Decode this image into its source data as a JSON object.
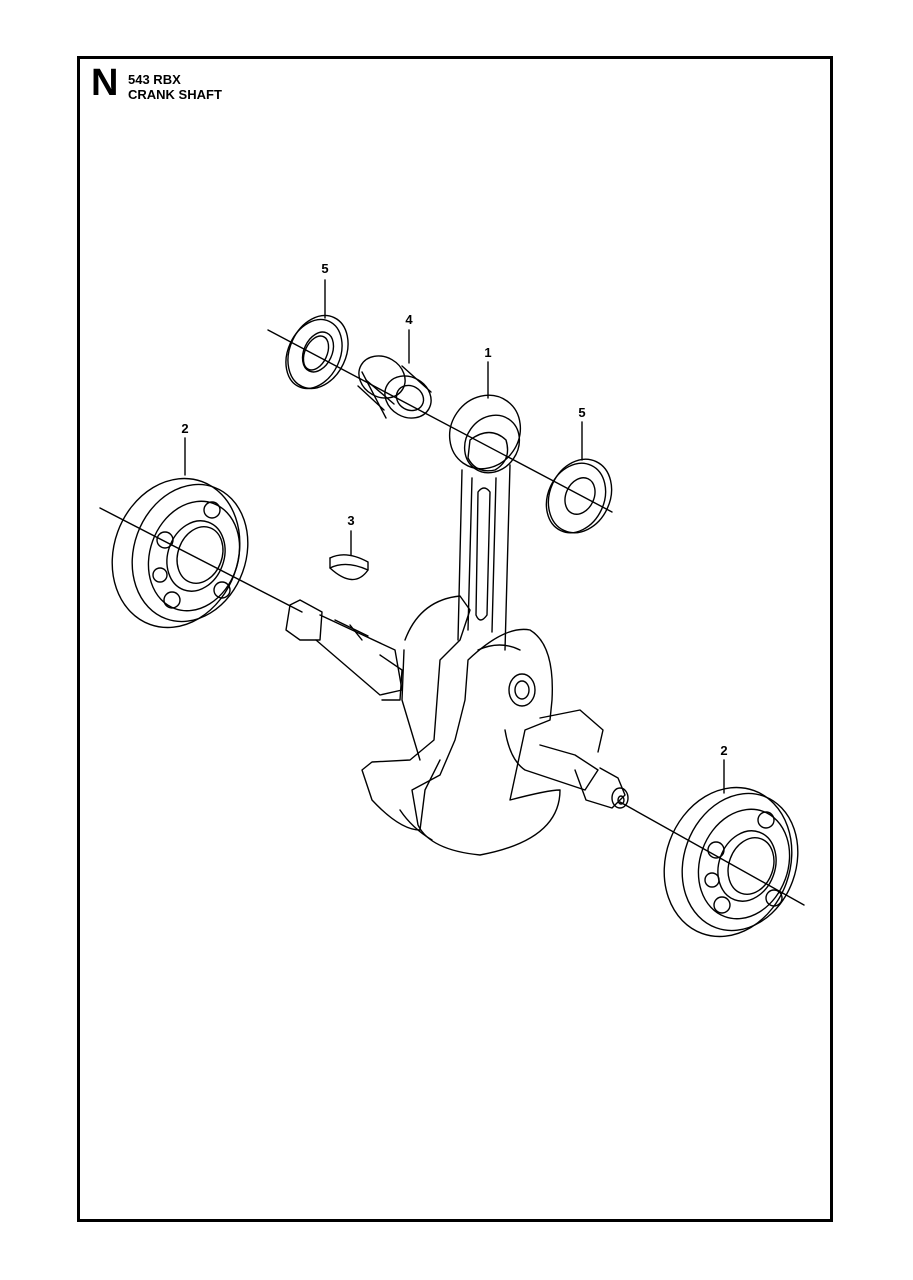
{
  "header": {
    "section_letter": "N",
    "model": "543 RBX",
    "title": "CRANK SHAFT"
  },
  "callouts": [
    {
      "id": "part-5-top",
      "label": "5"
    },
    {
      "id": "part-4",
      "label": "4"
    },
    {
      "id": "part-1",
      "label": "1"
    },
    {
      "id": "part-5-right",
      "label": "5"
    },
    {
      "id": "part-2-left",
      "label": "2"
    },
    {
      "id": "part-3",
      "label": "3"
    },
    {
      "id": "part-2-right",
      "label": "2"
    }
  ]
}
